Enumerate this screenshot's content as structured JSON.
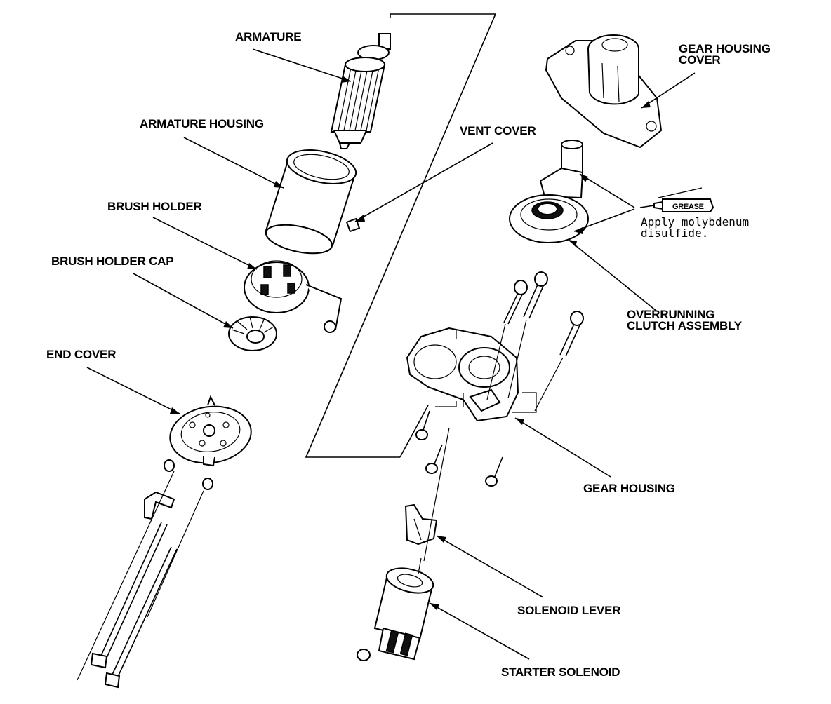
{
  "labels": {
    "armature": "ARMATURE",
    "armature_housing": "ARMATURE HOUSING",
    "brush_holder": "BRUSH HOLDER",
    "brush_holder_cap": "BRUSH HOLDER CAP",
    "end_cover": "END COVER",
    "vent_cover": "VENT COVER",
    "gear_housing_cover_l1": "GEAR HOUSING",
    "gear_housing_cover_l2": "COVER",
    "overrunning_l1": "OVERRUNNING",
    "overrunning_l2": "CLUTCH ASSEMBLY",
    "gear_housing": "GEAR HOUSING",
    "solenoid_lever": "SOLENOID LEVER",
    "starter_solenoid": "STARTER SOLENOID"
  },
  "grease": {
    "tag": "GREASE",
    "note_l1": "Apply molybdenum",
    "note_l2": "disulfide."
  }
}
